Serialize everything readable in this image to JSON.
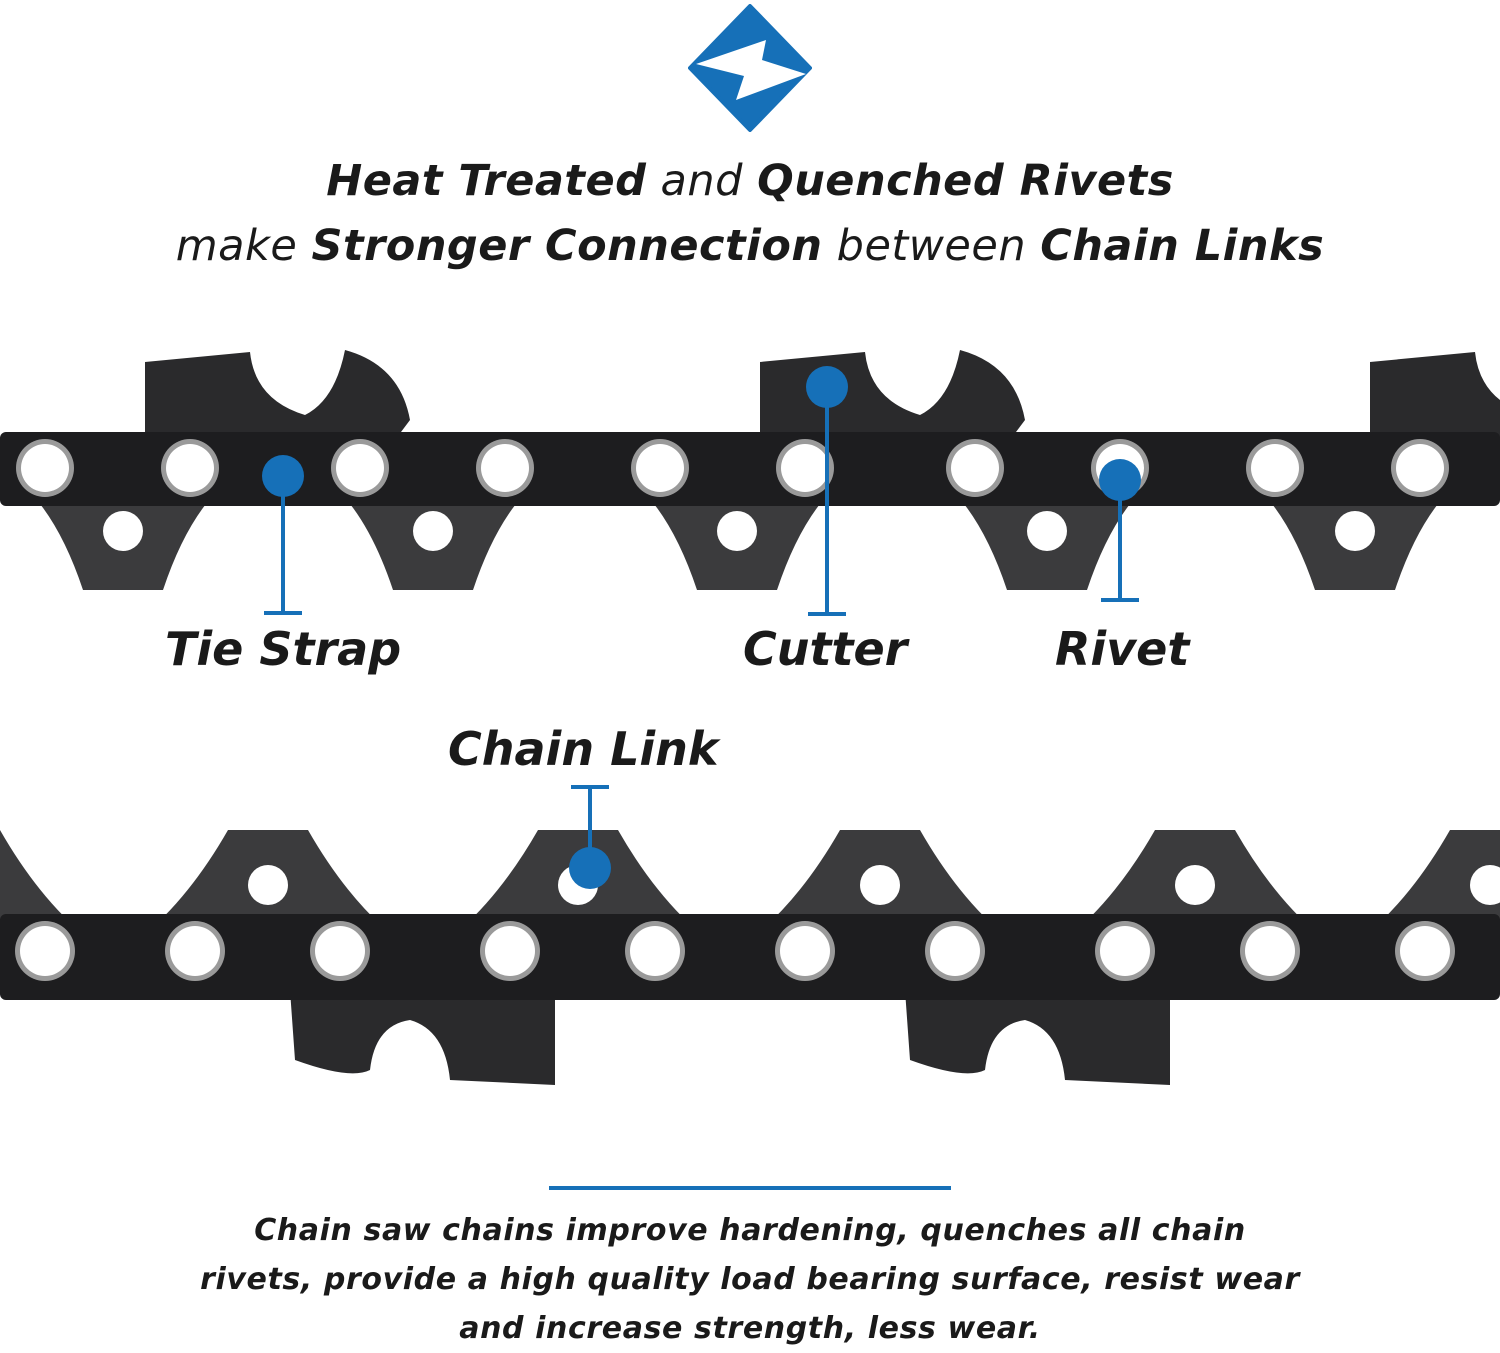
{
  "colors": {
    "accent": "#1670b8",
    "plate": "#1d1d1f",
    "drive_link": "#3b3b3d",
    "cutter": "#2a2a2c",
    "text": "#1a1a1a"
  },
  "logo": {
    "icon": "diamond-bolt-logo-icon"
  },
  "headline": {
    "line1": [
      {
        "text": "Heat Treated",
        "bold": true
      },
      {
        "text": " and ",
        "bold": false
      },
      {
        "text": "Quenched Rivets",
        "bold": true
      }
    ],
    "line2": [
      {
        "text": "make ",
        "bold": false
      },
      {
        "text": "Stronger Connection",
        "bold": true
      },
      {
        "text": " between ",
        "bold": false
      },
      {
        "text": "Chain Links",
        "bold": true
      }
    ]
  },
  "callouts": {
    "tie_strap": "Tie Strap",
    "cutter": "Cutter",
    "rivet": "Rivet",
    "chain_link": "Chain Link"
  },
  "description": {
    "lines": [
      "Chain saw chains improve hardening, quenches all chain",
      "rivets, provide a high quality load bearing surface, resist wear",
      "and increase strength, less wear."
    ]
  }
}
